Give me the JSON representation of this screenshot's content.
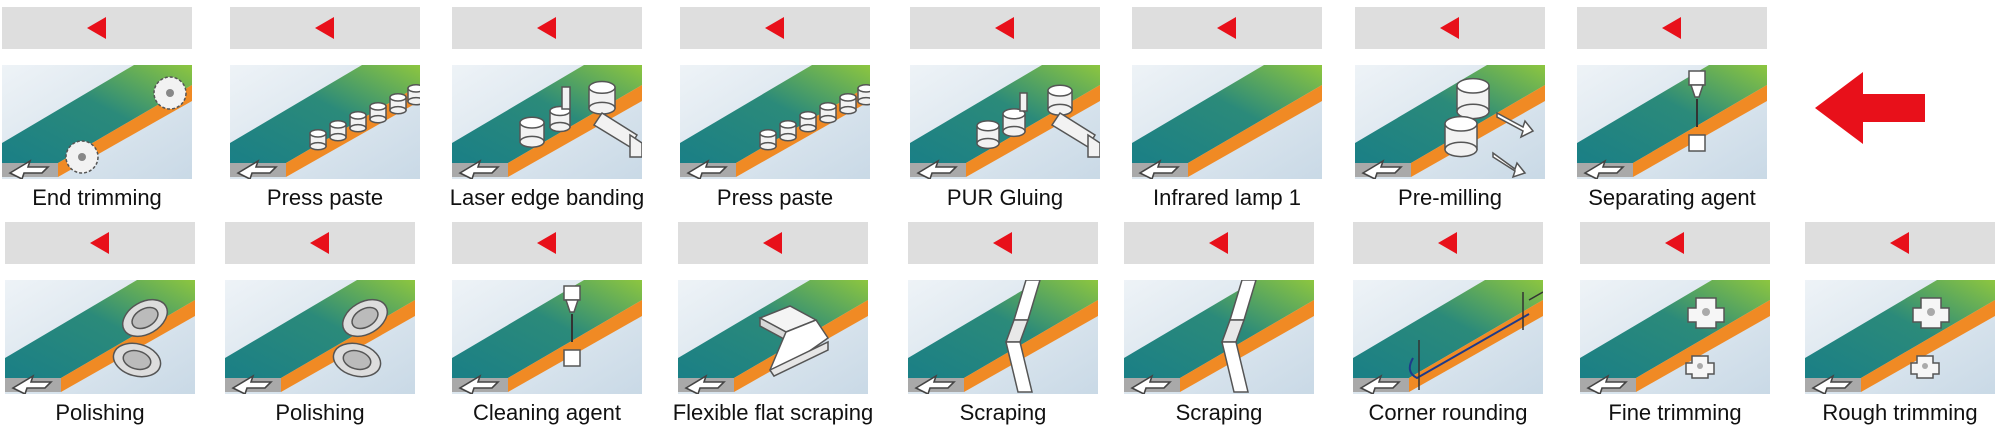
{
  "row1": [
    {
      "label": "End trimming",
      "icon": "saw-blade-icon"
    },
    {
      "label": "Press paste",
      "icon": "press-rollers-icon"
    },
    {
      "label": "Laser edge banding",
      "icon": "laser-unit-icon"
    },
    {
      "label": "Press paste",
      "icon": "press-rollers-icon"
    },
    {
      "label": "PUR Gluing",
      "icon": "glue-unit-icon"
    },
    {
      "label": "Infrared lamp 1",
      "icon": "infrared-lamp-icon"
    },
    {
      "label": "Pre-milling",
      "icon": "milling-cutter-icon"
    },
    {
      "label": "Separating agent",
      "icon": "spray-nozzle-icon"
    }
  ],
  "row2": [
    {
      "label": "Polishing",
      "icon": "polishing-wheel-icon"
    },
    {
      "label": "Polishing",
      "icon": "polishing-wheel-icon"
    },
    {
      "label": "Cleaning agent",
      "icon": "spray-nozzle-icon"
    },
    {
      "label": "Flexible flat scraping",
      "icon": "flat-scraper-icon"
    },
    {
      "label": "Scraping",
      "icon": "scraper-blade-icon"
    },
    {
      "label": "Scraping",
      "icon": "scraper-blade-icon"
    },
    {
      "label": "Corner rounding",
      "icon": "corner-rounding-icon"
    },
    {
      "label": "Fine trimming",
      "icon": "trimming-cutter-icon"
    },
    {
      "label": "Rough trimming",
      "icon": "trimming-cutter-icon"
    }
  ],
  "colors": {
    "feed_arrow": "#e8101a",
    "board_top_start": "#1a7f86",
    "board_top_end": "#8dc63f",
    "edge_band": "#f08a24",
    "board_side": "#a9a9a9",
    "status_bar": "#dedede",
    "background_tile": "#c9d9e6"
  },
  "flow_arrow_icon": "left-arrow-icon"
}
